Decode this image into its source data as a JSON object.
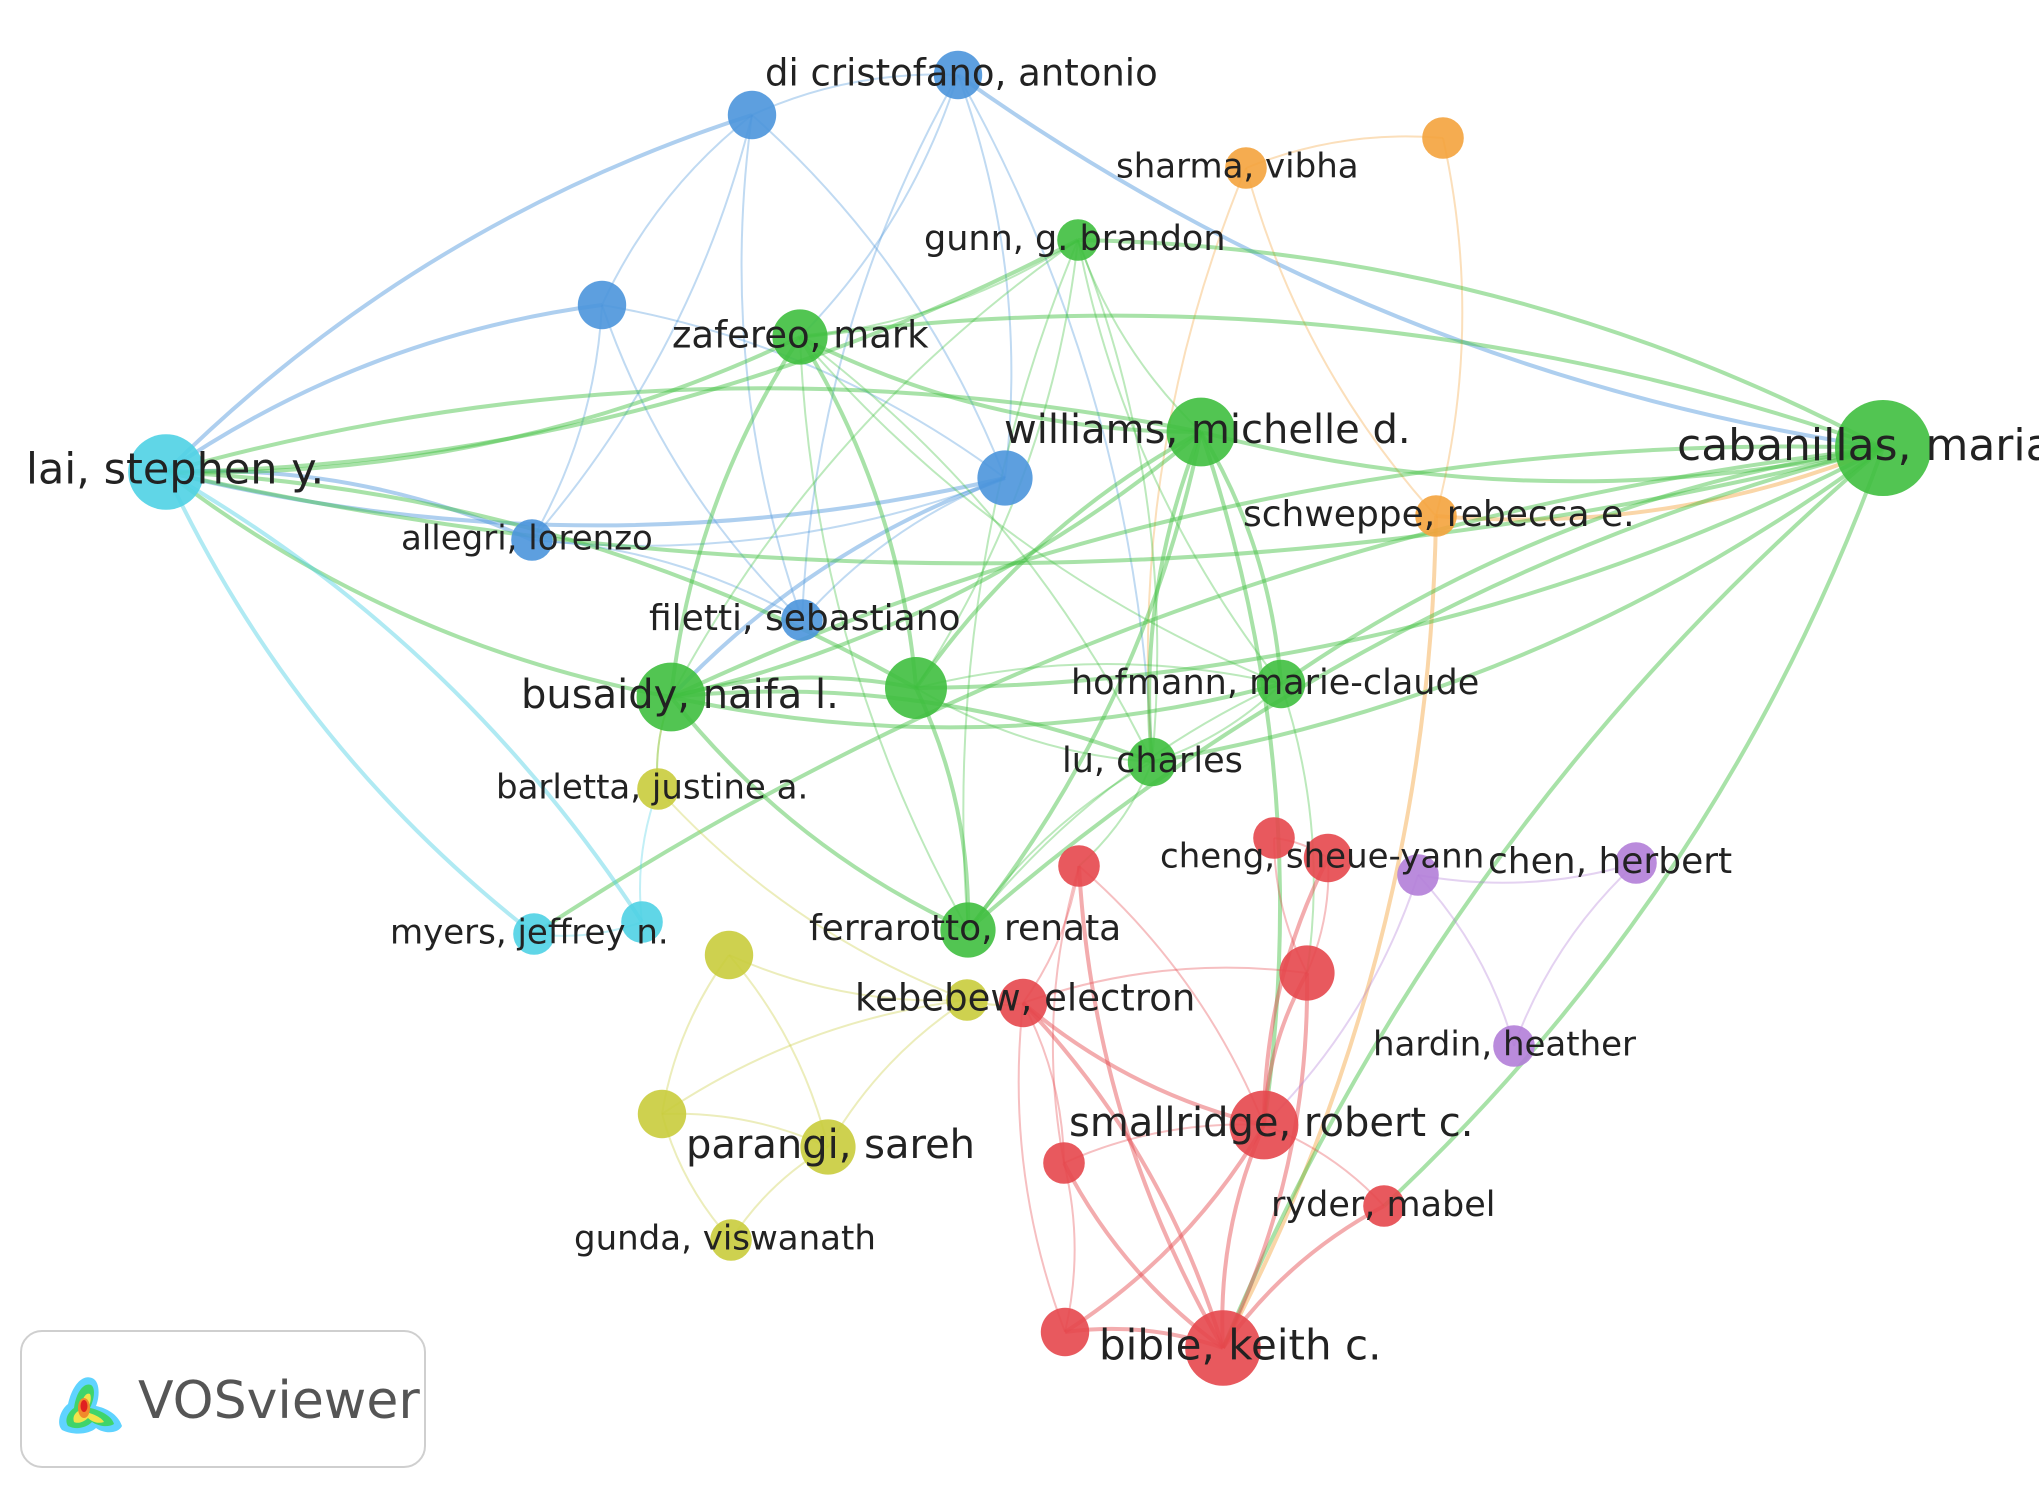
{
  "colors": {
    "red": "#e5474c",
    "green": "#3fbf3f",
    "blue": "#4b95db",
    "yellow": "#c9cc3c",
    "purple": "#b37ed8",
    "cyan": "#4fd1e4",
    "orange": "#f4a33d"
  },
  "logo": {
    "text": "VOSviewer"
  },
  "nodes": [
    {
      "id": "dicristofano",
      "label": "di cristofano, antonio",
      "cluster": "blue",
      "weight": 3
    },
    {
      "id": "blue_a",
      "label": "",
      "cluster": "blue",
      "weight": 3
    },
    {
      "id": "blue_b",
      "label": "",
      "cluster": "blue",
      "weight": 3
    },
    {
      "id": "blue_c",
      "label": "",
      "cluster": "blue",
      "weight": 4
    },
    {
      "id": "allegri",
      "label": "allegri, lorenzo",
      "cluster": "blue",
      "weight": 2
    },
    {
      "id": "filetti",
      "label": "filetti, sebastiano",
      "cluster": "blue",
      "weight": 2
    },
    {
      "id": "sharma",
      "label": "sharma, vibha",
      "cluster": "orange",
      "weight": 2
    },
    {
      "id": "orange_a",
      "label": "",
      "cluster": "orange",
      "weight": 2
    },
    {
      "id": "schweppe",
      "label": "schweppe, rebecca e.",
      "cluster": "orange",
      "weight": 2
    },
    {
      "id": "gunn",
      "label": "gunn, g. brandon",
      "cluster": "green",
      "weight": 2
    },
    {
      "id": "zafereo",
      "label": "zafereo, mark",
      "cluster": "green",
      "weight": 4
    },
    {
      "id": "williams",
      "label": "williams, michelle d.",
      "cluster": "green",
      "weight": 6
    },
    {
      "id": "cabanillas",
      "label": "cabanillas, maria",
      "cluster": "green",
      "weight": 10
    },
    {
      "id": "busaidy",
      "label": "busaidy, naifa l.",
      "cluster": "green",
      "weight": 6
    },
    {
      "id": "green_a",
      "label": "",
      "cluster": "green",
      "weight": 5
    },
    {
      "id": "hofmann",
      "label": "hofmann, marie-claude",
      "cluster": "green",
      "weight": 3
    },
    {
      "id": "lu",
      "label": "lu, charles",
      "cluster": "green",
      "weight": 3
    },
    {
      "id": "ferrarotto",
      "label": "ferrarotto, renata",
      "cluster": "green",
      "weight": 4
    },
    {
      "id": "lai",
      "label": "lai, stephen y.",
      "cluster": "cyan",
      "weight": 7
    },
    {
      "id": "myers",
      "label": "myers, jeffrey n.",
      "cluster": "cyan",
      "weight": 2
    },
    {
      "id": "cyan_a",
      "label": "",
      "cluster": "cyan",
      "weight": 2
    },
    {
      "id": "barletta",
      "label": "barletta, justine a.",
      "cluster": "yellow",
      "weight": 2
    },
    {
      "id": "yellow_a",
      "label": "",
      "cluster": "yellow",
      "weight": 3
    },
    {
      "id": "yellow_b",
      "label": "",
      "cluster": "yellow",
      "weight": 3
    },
    {
      "id": "kebebew",
      "label": "kebebew, electron",
      "cluster": "yellow",
      "weight": 2
    },
    {
      "id": "parangi",
      "label": "parangi, sareh",
      "cluster": "yellow",
      "weight": 4
    },
    {
      "id": "gunda",
      "label": "gunda, viswanath",
      "cluster": "yellow",
      "weight": 2
    },
    {
      "id": "red_a",
      "label": "",
      "cluster": "red",
      "weight": 2
    },
    {
      "id": "red_b",
      "label": "",
      "cluster": "red",
      "weight": 2
    },
    {
      "id": "cheng",
      "label": "cheng, sheue-yann",
      "cluster": "red",
      "weight": 3
    },
    {
      "id": "red_c",
      "label": "",
      "cluster": "red",
      "weight": 3
    },
    {
      "id": "red_d",
      "label": "",
      "cluster": "red",
      "weight": 4
    },
    {
      "id": "smallridge",
      "label": "smallridge, robert c.",
      "cluster": "red",
      "weight": 6
    },
    {
      "id": "red_e",
      "label": "",
      "cluster": "red",
      "weight": 2
    },
    {
      "id": "ryder",
      "label": "ryder, mabel",
      "cluster": "red",
      "weight": 2
    },
    {
      "id": "red_f",
      "label": "",
      "cluster": "red",
      "weight": 3
    },
    {
      "id": "bible",
      "label": "bible, keith c.",
      "cluster": "red",
      "weight": 7
    },
    {
      "id": "purple_a",
      "label": "",
      "cluster": "purple",
      "weight": 2
    },
    {
      "id": "chen",
      "label": "chen, herbert",
      "cluster": "purple",
      "weight": 2
    },
    {
      "id": "hardin",
      "label": "hardin, heather",
      "cluster": "purple",
      "weight": 2
    }
  ],
  "links": [
    [
      "dicristofano",
      "blue_a"
    ],
    [
      "dicristofano",
      "blue_c"
    ],
    [
      "dicristofano",
      "filetti"
    ],
    [
      "dicristofano",
      "zafereo"
    ],
    [
      "dicristofano",
      "cabanillas"
    ],
    [
      "dicristofano",
      "lu"
    ],
    [
      "blue_a",
      "blue_b"
    ],
    [
      "blue_a",
      "allegri"
    ],
    [
      "blue_a",
      "filetti"
    ],
    [
      "blue_a",
      "blue_c"
    ],
    [
      "blue_a",
      "lai"
    ],
    [
      "blue_b",
      "blue_c"
    ],
    [
      "blue_b",
      "filetti"
    ],
    [
      "blue_b",
      "allegri"
    ],
    [
      "blue_b",
      "lai"
    ],
    [
      "blue_c",
      "allegri"
    ],
    [
      "blue_c",
      "filetti"
    ],
    [
      "blue_c",
      "lai"
    ],
    [
      "blue_c",
      "busaidy"
    ],
    [
      "allegri",
      "filetti"
    ],
    [
      "allegri",
      "lai"
    ],
    [
      "sharma",
      "orange_a"
    ],
    [
      "sharma",
      "schweppe"
    ],
    [
      "orange_a",
      "schweppe"
    ],
    [
      "sharma",
      "lu"
    ],
    [
      "schweppe",
      "bible"
    ],
    [
      "schweppe",
      "cabanillas"
    ],
    [
      "gunn",
      "zafereo"
    ],
    [
      "gunn",
      "williams"
    ],
    [
      "gunn",
      "cabanillas"
    ],
    [
      "gunn",
      "busaidy"
    ],
    [
      "gunn",
      "green_a"
    ],
    [
      "gunn",
      "hofmann"
    ],
    [
      "gunn",
      "lu"
    ],
    [
      "gunn",
      "ferrarotto"
    ],
    [
      "gunn",
      "lai"
    ],
    [
      "zafereo",
      "williams"
    ],
    [
      "zafereo",
      "cabanillas"
    ],
    [
      "zafereo",
      "busaidy"
    ],
    [
      "zafereo",
      "green_a"
    ],
    [
      "zafereo",
      "hofmann"
    ],
    [
      "zafereo",
      "lu"
    ],
    [
      "zafereo",
      "ferrarotto"
    ],
    [
      "zafereo",
      "lai"
    ],
    [
      "williams",
      "cabanillas"
    ],
    [
      "williams",
      "busaidy"
    ],
    [
      "williams",
      "green_a"
    ],
    [
      "williams",
      "hofmann"
    ],
    [
      "williams",
      "lu"
    ],
    [
      "williams",
      "ferrarotto"
    ],
    [
      "williams",
      "lai"
    ],
    [
      "williams",
      "smallridge"
    ],
    [
      "cabanillas",
      "busaidy"
    ],
    [
      "cabanillas",
      "green_a"
    ],
    [
      "cabanillas",
      "hofmann"
    ],
    [
      "cabanillas",
      "lu"
    ],
    [
      "cabanillas",
      "ferrarotto"
    ],
    [
      "cabanillas",
      "lai"
    ],
    [
      "cabanillas",
      "bible"
    ],
    [
      "cabanillas",
      "ryder"
    ],
    [
      "cabanillas",
      "myers"
    ],
    [
      "busaidy",
      "green_a"
    ],
    [
      "busaidy",
      "hofmann"
    ],
    [
      "busaidy",
      "lu"
    ],
    [
      "busaidy",
      "ferrarotto"
    ],
    [
      "busaidy",
      "lai"
    ],
    [
      "busaidy",
      "barletta"
    ],
    [
      "green_a",
      "hofmann"
    ],
    [
      "green_a",
      "lu"
    ],
    [
      "green_a",
      "ferrarotto"
    ],
    [
      "green_a",
      "lai"
    ],
    [
      "hofmann",
      "lu"
    ],
    [
      "hofmann",
      "ferrarotto"
    ],
    [
      "hofmann",
      "red_d"
    ],
    [
      "lu",
      "ferrarotto"
    ],
    [
      "lu",
      "red_a"
    ],
    [
      "lai",
      "myers"
    ],
    [
      "lai",
      "cyan_a"
    ],
    [
      "myers",
      "cyan_a"
    ],
    [
      "cyan_a",
      "barletta"
    ],
    [
      "barletta",
      "kebebew"
    ],
    [
      "barletta",
      "busaidy"
    ],
    [
      "yellow_a",
      "yellow_b"
    ],
    [
      "yellow_a",
      "parangi"
    ],
    [
      "yellow_a",
      "kebebew"
    ],
    [
      "yellow_b",
      "parangi"
    ],
    [
      "yellow_b",
      "gunda"
    ],
    [
      "yellow_b",
      "kebebew"
    ],
    [
      "parangi",
      "gunda"
    ],
    [
      "parangi",
      "kebebew"
    ],
    [
      "kebebew",
      "red_c"
    ],
    [
      "red_a",
      "red_c"
    ],
    [
      "red_a",
      "red_e"
    ],
    [
      "red_a",
      "smallridge"
    ],
    [
      "red_a",
      "bible"
    ],
    [
      "red_b",
      "cheng"
    ],
    [
      "red_b",
      "red_d"
    ],
    [
      "cheng",
      "red_d"
    ],
    [
      "cheng",
      "smallridge"
    ],
    [
      "red_c",
      "red_e"
    ],
    [
      "red_c",
      "smallridge"
    ],
    [
      "red_c",
      "bible"
    ],
    [
      "red_c",
      "red_f"
    ],
    [
      "red_c",
      "red_d"
    ],
    [
      "red_d",
      "smallridge"
    ],
    [
      "red_d",
      "bible"
    ],
    [
      "smallridge",
      "red_e"
    ],
    [
      "smallridge",
      "ryder"
    ],
    [
      "smallridge",
      "bible"
    ],
    [
      "smallridge",
      "red_f"
    ],
    [
      "red_e",
      "bible"
    ],
    [
      "red_e",
      "red_f"
    ],
    [
      "ryder",
      "bible"
    ],
    [
      "red_f",
      "bible"
    ],
    [
      "purple_a",
      "chen"
    ],
    [
      "purple_a",
      "hardin"
    ],
    [
      "chen",
      "hardin"
    ],
    [
      "purple_a",
      "smallridge"
    ]
  ]
}
